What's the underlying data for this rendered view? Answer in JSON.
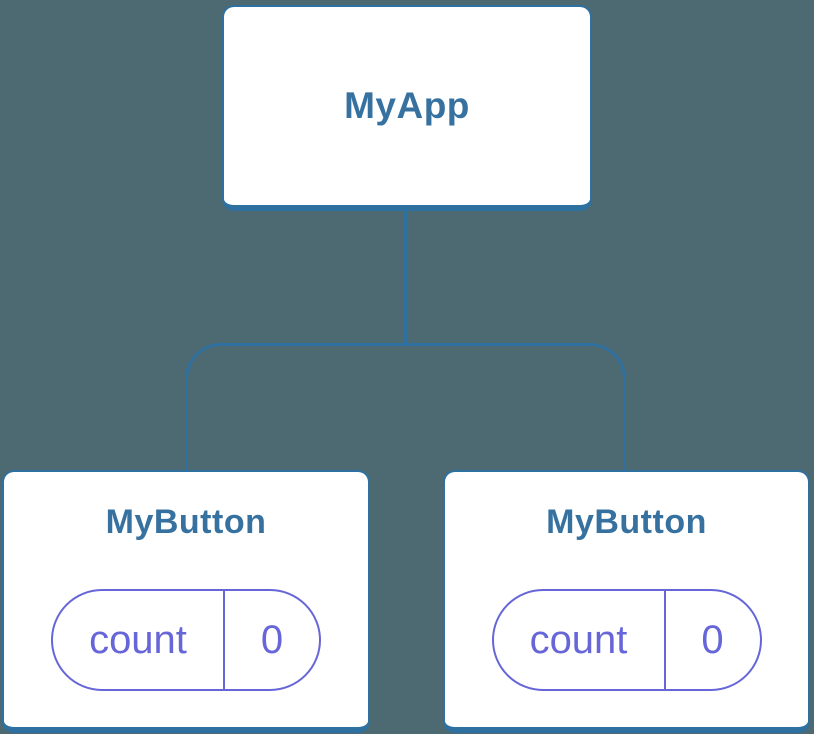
{
  "colors": {
    "background": "#4d6971",
    "line_blue": "#2e70a0",
    "title_blue": "#36719f",
    "state_purple": "#6766d8",
    "node_fill": "#ffffff"
  },
  "tree": {
    "root": {
      "label": "MyApp"
    },
    "children": [
      {
        "label": "MyButton",
        "state": {
          "key": "count",
          "value": "0"
        }
      },
      {
        "label": "MyButton",
        "state": {
          "key": "count",
          "value": "0"
        }
      }
    ]
  }
}
